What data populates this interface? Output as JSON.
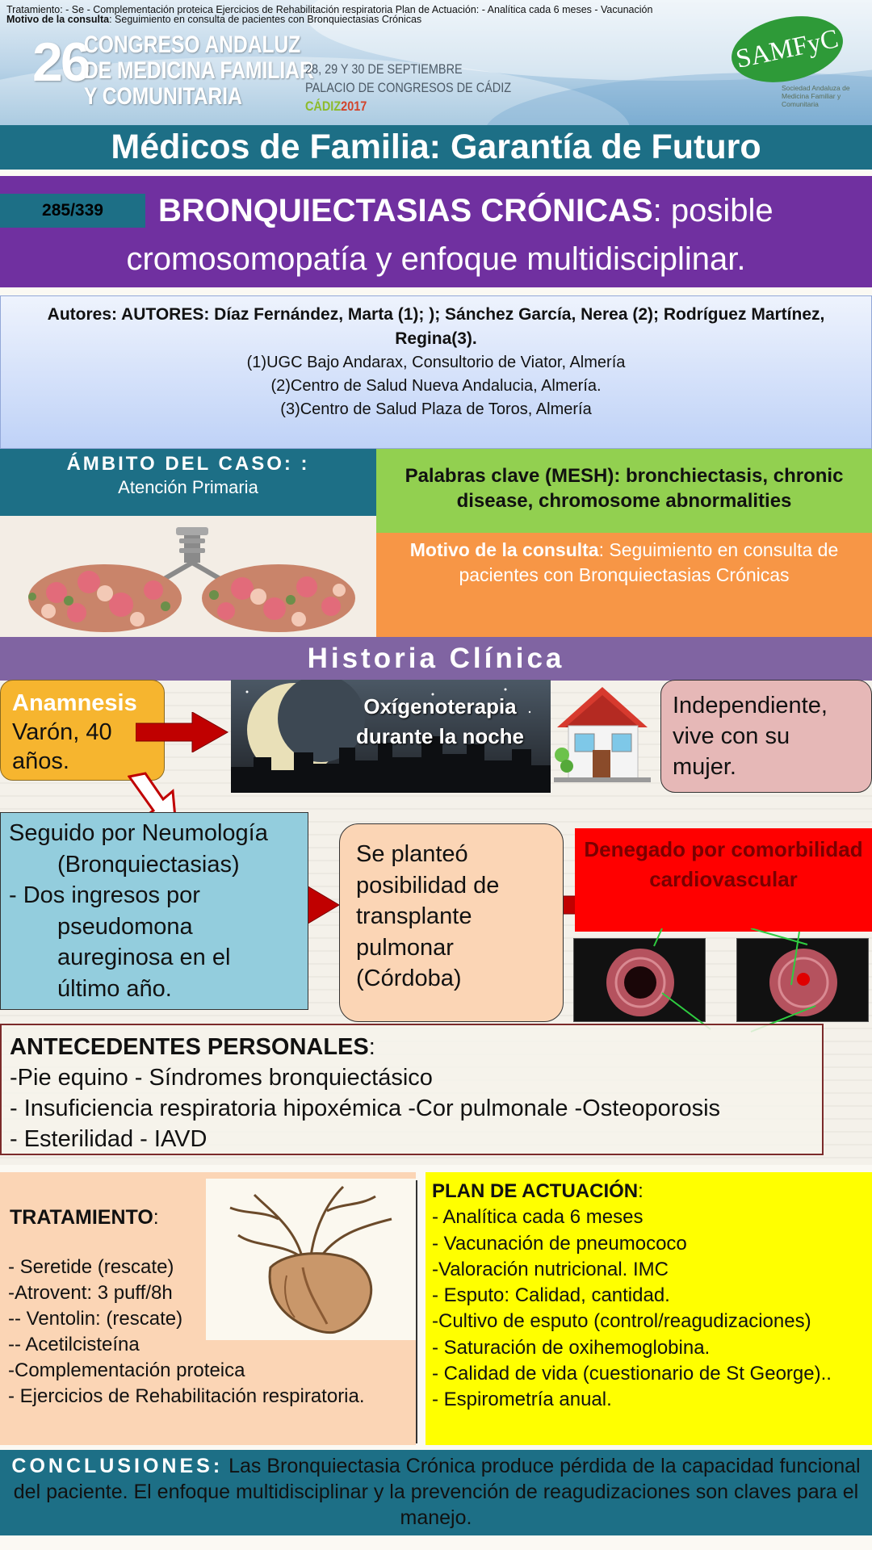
{
  "top_note": {
    "line1": "Tratamiento:  - Se - Complementación  proteica Ejercicios de Rehabilitación  respiratoria  Plan de Actuación: - Analítica cada 6 meses - Vacunación",
    "line2_label": "Motivo de la consulta",
    "line2_text": ": Seguimiento  en consulta de pacientes  con Bronquiectasias  Crónicas"
  },
  "header": {
    "number": "26",
    "line1": "CONGRESO ANDALUZ",
    "line2": "DE MEDICINA FAMILIAR",
    "line3": "Y COMUNITARIA",
    "dates": "28, 29 Y 30 DE SEPTIEMBRE",
    "venue": "PALACIO DE CONGRESOS DE CÁDIZ",
    "city": "CÁDIZ",
    "year": "2017",
    "logo": "SAMFyC",
    "logo_sub": "Sociedad Andaluza de Medicina Familiar y Comunitaria"
  },
  "motto": "Médicos de Familia: Garantía de Futuro",
  "title": {
    "badge": "285/339",
    "bold": "BRONQUIECTASIAS CRÓNICAS",
    "rest": ": posible",
    "line2": "cromosomopatía y enfoque multidisciplinar."
  },
  "authors": {
    "main": "Autores: AUTORES: Díaz Fernández, Marta (1); ); Sánchez García, Nerea (2); Rodríguez Martínez, Regina(3).",
    "aff1": "(1)UGC Bajo Andarax, Consultorio de Viator, Almería",
    "aff2": "(2)Centro de Salud Nueva Andalucia, Almería.",
    "aff3": "(3)Centro de Salud Plaza de Toros, Almería"
  },
  "ambito": {
    "title": "ÁMBITO DEL CASO: :",
    "value": "Atención Primaria"
  },
  "keywords": "Palabras clave (MESH): bronchiectasis, chronic disease, chromosome abnormalities",
  "motivo": {
    "label": "Motivo de la consulta",
    "text": ": Seguimiento en consulta de pacientes con Bronquiectasias Crónicas"
  },
  "historia": "Historia Clínica",
  "anamnesis": {
    "title": "Anamnesis",
    "text": "Varón, 40 años."
  },
  "oxigeno": "Oxígenoterapia durante la noche",
  "independiente": "Independiente, vive con su mujer.",
  "seguido": {
    "l1": "Seguido por Neumología",
    "l2": "(Bronquiectasias)",
    "l3": "- Dos ingresos por",
    "l4": "pseudomona",
    "l5": "aureginosa en el",
    "l6": "último año."
  },
  "planteo": "Se planteó posibilidad de transplante pulmonar (Córdoba)",
  "denegado": "Denegado por comorbilidad cardiovascular",
  "antecedentes": {
    "title": "ANTECEDENTES PERSONALES",
    "l1": "-Pie equino - Síndromes bronquiectásico",
    "l2": "- Insuficiencia respiratoria  hipoxémica  -Cor pulmonale  -Osteoporosis",
    "l3": "- Esterilidad - IAVD"
  },
  "tratamiento": {
    "title": "TRATAMIENTO",
    "items": [
      " - Seretide (rescate)",
      "-Atrovent: 3 puff/8h",
      "-- Ventolin: (rescate)",
      "-- Acetilcisteína",
      "-Complementación proteica",
      "- Ejercicios de Rehabilitación respiratoria."
    ]
  },
  "plan": {
    "title": "PLAN DE ACTUACIÓN",
    "items": [
      " - Analítica cada 6 meses",
      " - Vacunación de pneumococo",
      "-Valoración nutricional. IMC",
      " - Esputo: Calidad, cantidad.",
      "-Cultivo de esputo (control/reagudizaciones)",
      "- Saturación de oxihemoglobina.",
      "-  Calidad de vida  (cuestionario de St George)..",
      "- Espirometría anual."
    ]
  },
  "conclusiones": {
    "title": "CONCLUSIONES:",
    "text": " Las Bronquiectasia Crónica produce pérdida de la capacidad funcional del paciente. El enfoque multidisciplinar y la prevención de reagudizaciones son claves para el manejo."
  }
}
